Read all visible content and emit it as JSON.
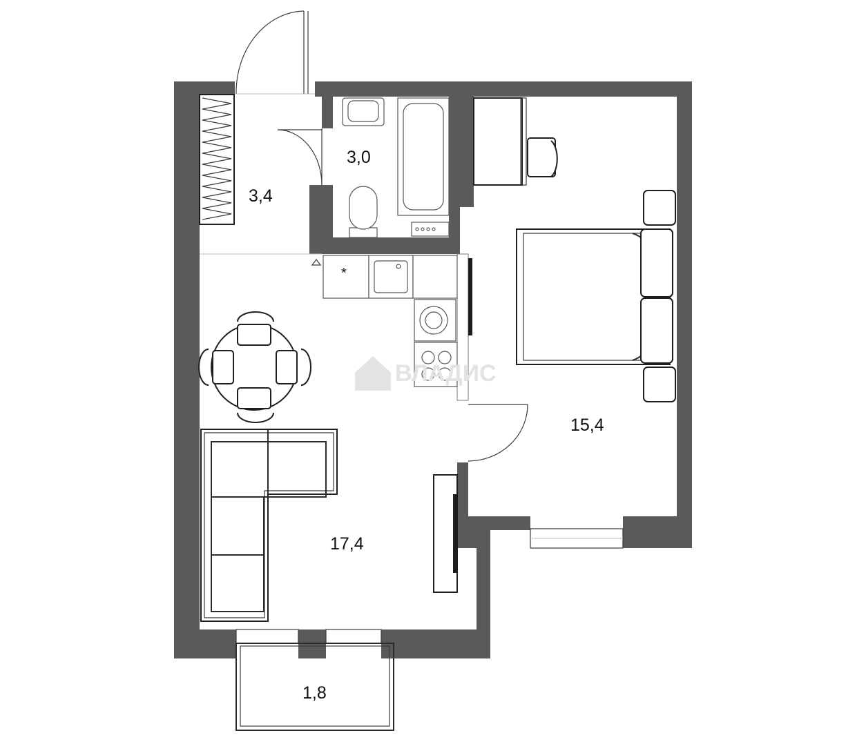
{
  "rooms": {
    "hallway": {
      "area": "3,4"
    },
    "bathroom": {
      "area": "3,0"
    },
    "living_kitchen": {
      "area": "17,4"
    },
    "bedroom": {
      "area": "15,4"
    },
    "balcony": {
      "area": "1,8"
    }
  },
  "markers": {
    "ventilation": "*"
  },
  "watermark": {
    "text": "ВЛАДИС"
  },
  "colors": {
    "wall": "#5a5a5a",
    "line": "#2b2b2b",
    "background": "#ffffff",
    "watermark": "#e3e3e3"
  }
}
